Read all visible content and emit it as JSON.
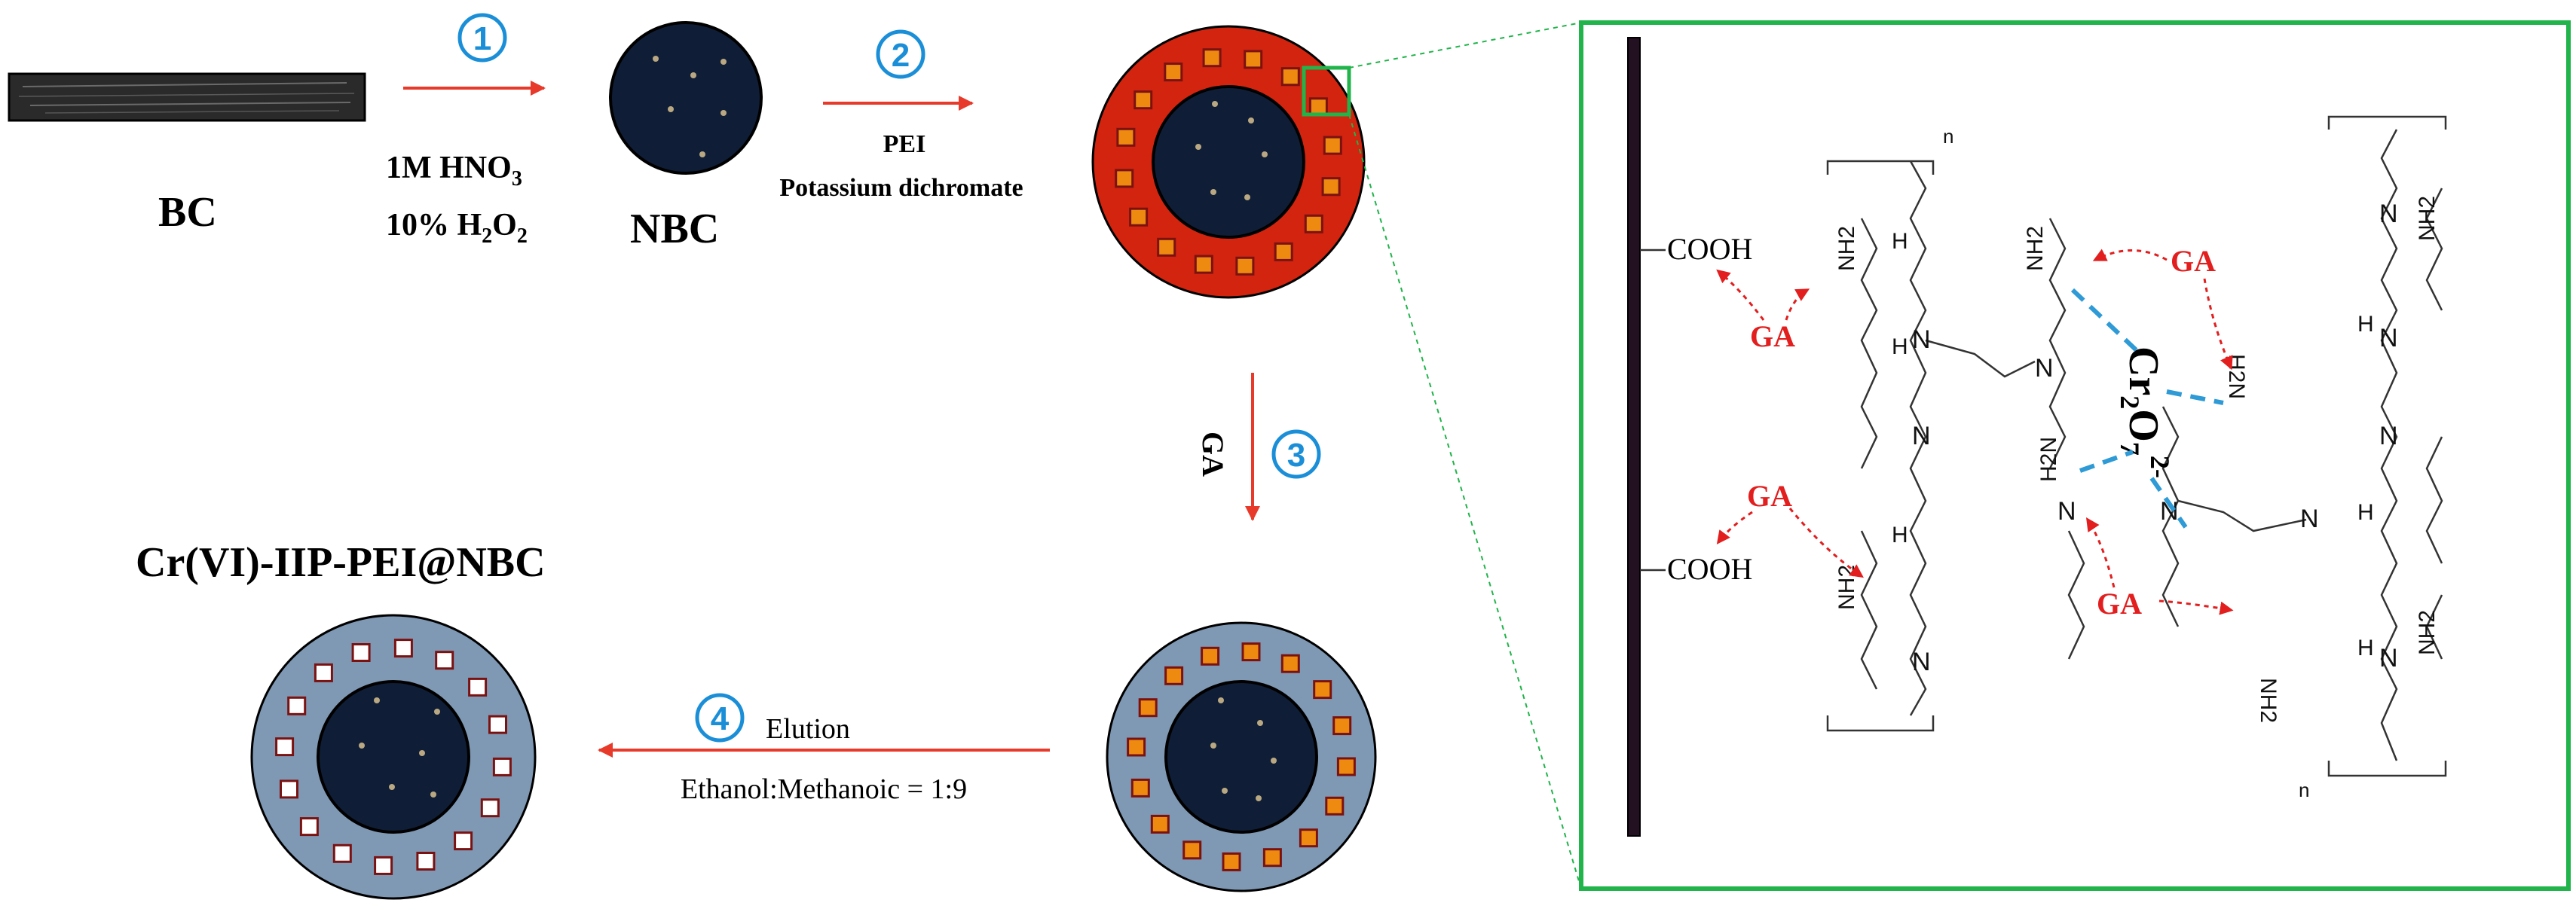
{
  "labels": {
    "bc": "BC",
    "nbc": "NBC",
    "product": "Cr(VI)-IIP-PEI@NBC"
  },
  "steps": {
    "s1": {
      "num": "1",
      "line1": "1M HNO",
      "line1_sub": "3",
      "line2": "10% H",
      "line2_sub": "2",
      "line2_mid": "O",
      "line2_sub2": "2"
    },
    "s2": {
      "num": "2",
      "line1": "PEI",
      "line2": "Potassium dichromate"
    },
    "s3": {
      "num": "3",
      "label": "GA"
    },
    "s4": {
      "num": "4",
      "line1": "Elution",
      "line2": "Ethanol:Methanoic = 1:9"
    }
  },
  "structure": {
    "cooh": "COOH",
    "ga": "GA",
    "nh2": "NH2",
    "h2n": "H2N",
    "n": "N",
    "h": "H",
    "repeat": "n",
    "dichromate": {
      "cr": "Cr",
      "cr_sub": "2",
      "o": "O",
      "o_sub": "7",
      "charge": "2-"
    }
  },
  "colors": {
    "carbon_core": "#0f1e36",
    "red_shell": "#d2240e",
    "blue_shell": "#7f99b5",
    "orange_site": "#ee8a10",
    "empty_site": "#ffffff",
    "site_border": "#7a1212",
    "box_green": "#20b44a",
    "arrow_red": "#e83a2a",
    "ga_red": "#e21e1e",
    "step_blue": "#1a8fd8",
    "hbond_blue": "#2e9ad6"
  }
}
